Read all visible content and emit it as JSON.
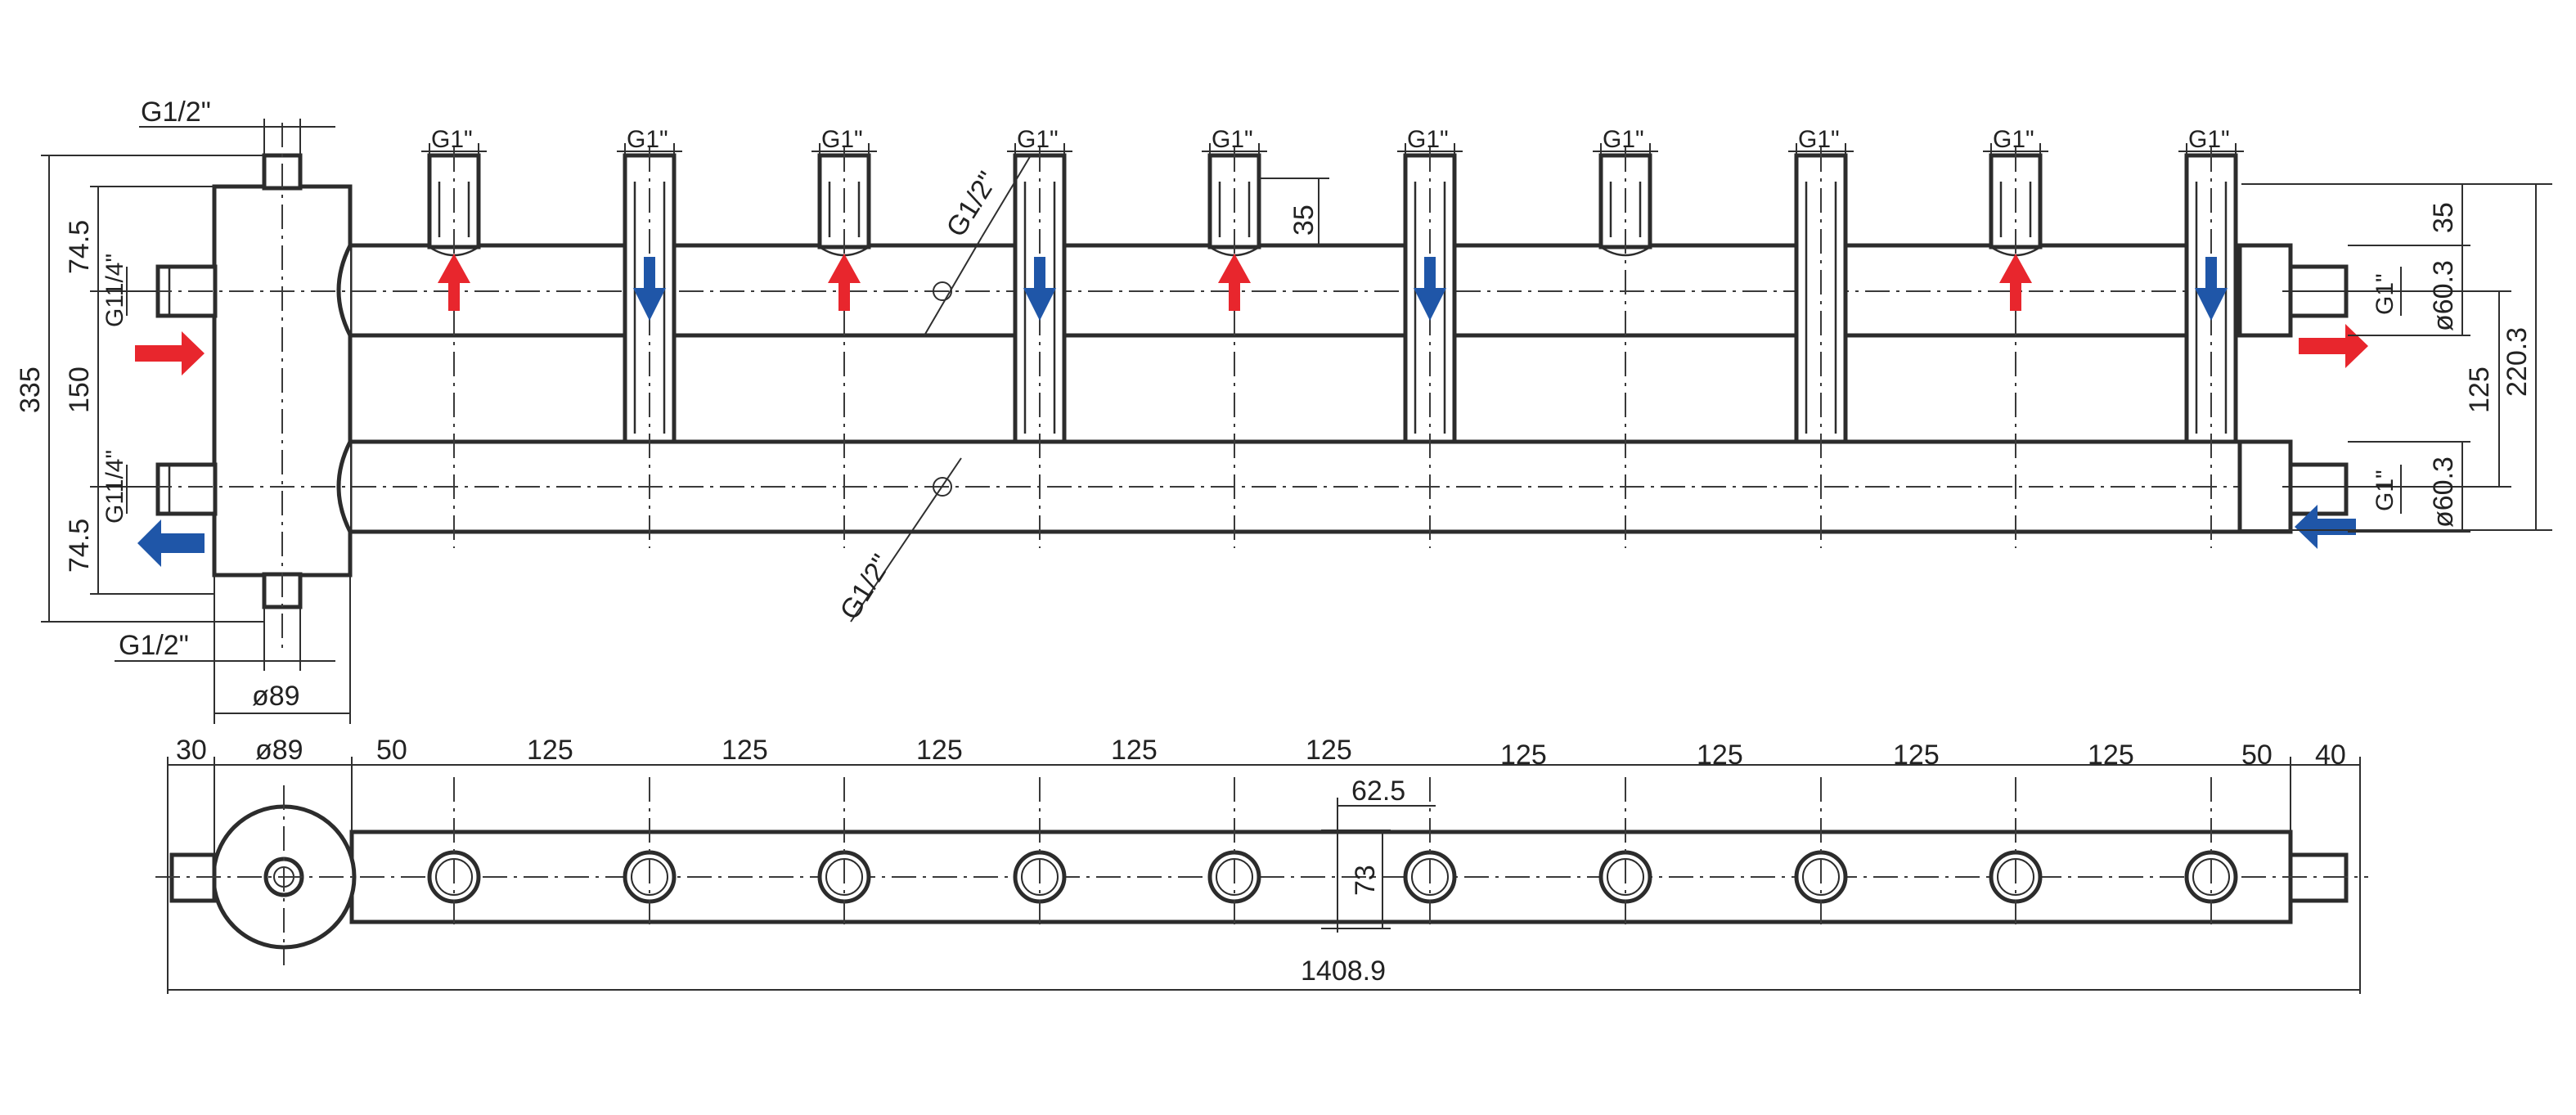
{
  "colors": {
    "line": "#2c2c2c",
    "supply_arrow": "#e8262d",
    "return_arrow": "#1f56a8",
    "background": "#ffffff"
  },
  "labels": {
    "g12_top": "G1/2\"",
    "g12_bottom": "G1/2\"",
    "g12_diag_top": "G1/2\"",
    "g12_diag_bottom": "G1/2\"",
    "g1": "G1\"",
    "g114_top": "G11/4\"",
    "g114_bottom": "G11/4\"",
    "g1_right_top": "G1\"",
    "g1_right_bottom": "G1\"",
    "d89": "ø89",
    "d603_top": "ø60.3",
    "d603_bottom": "ø60.3"
  },
  "dimensions": {
    "d335": "335",
    "d745_top": "74.5",
    "d745_bottom": "74.5",
    "d150": "150",
    "d35_inner": "35",
    "d35_right": "35",
    "d125_right": "125",
    "d2203": "220.3",
    "bottom_row": [
      "30",
      "ø89",
      "50",
      "125",
      "125",
      "125",
      "125",
      "125",
      "125",
      "125",
      "125",
      "125",
      "50",
      "40"
    ],
    "d625": "62.5",
    "d73": "73",
    "total_length": "1408.9"
  },
  "outlet_flow": [
    "supply",
    "return",
    "supply",
    "return",
    "supply",
    "return",
    "none",
    "none",
    "supply",
    "return"
  ]
}
